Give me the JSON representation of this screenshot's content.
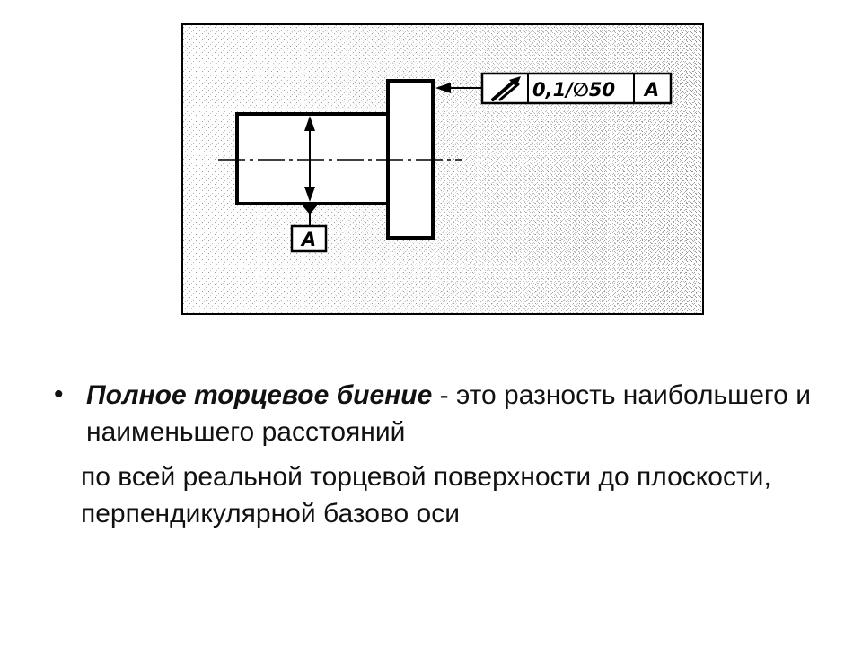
{
  "diagram": {
    "tolerance_frame": {
      "symbol_icon": "total-runout-arrow-icon",
      "value": "0,1/∅50",
      "datum": "A"
    },
    "datum_label": "A",
    "colors": {
      "line": "#000000",
      "background": "#ffffff",
      "speckle": "#9a9a9a"
    }
  },
  "text": {
    "bullet": "•",
    "term": "Полное торцевое биение",
    "definition_line1": " - это разность наибольшего и наименьшего расстояний",
    "definition_line2": "по всей реальной торцевой поверхности до плоскости, перпендикулярной базово оси"
  }
}
